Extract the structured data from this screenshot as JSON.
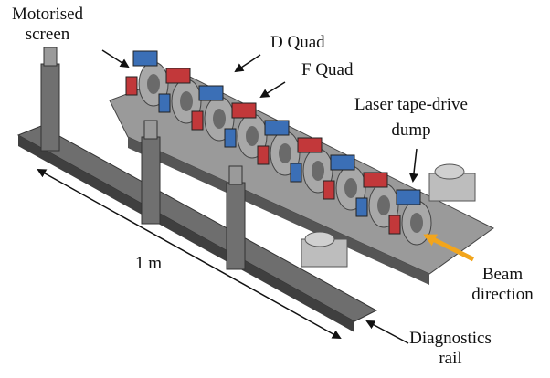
{
  "labels": {
    "motorised_screen": [
      "Motorised",
      "screen"
    ],
    "d_quad": "D Quad",
    "f_quad": "F Quad",
    "laser_dump": [
      "Laser tape-drive",
      "dump"
    ],
    "length": "1 m",
    "beam_direction": [
      "Beam",
      "direction"
    ],
    "diagnostics_rail": [
      "Diagnostics",
      "rail"
    ]
  },
  "colors": {
    "d_quad": "#3b6fb6",
    "f_quad": "#c2383a",
    "beam_arrow": "#f2a51c",
    "frame": "#5a5a5a",
    "plate": "#8c8c8c"
  },
  "quad_count": 9
}
